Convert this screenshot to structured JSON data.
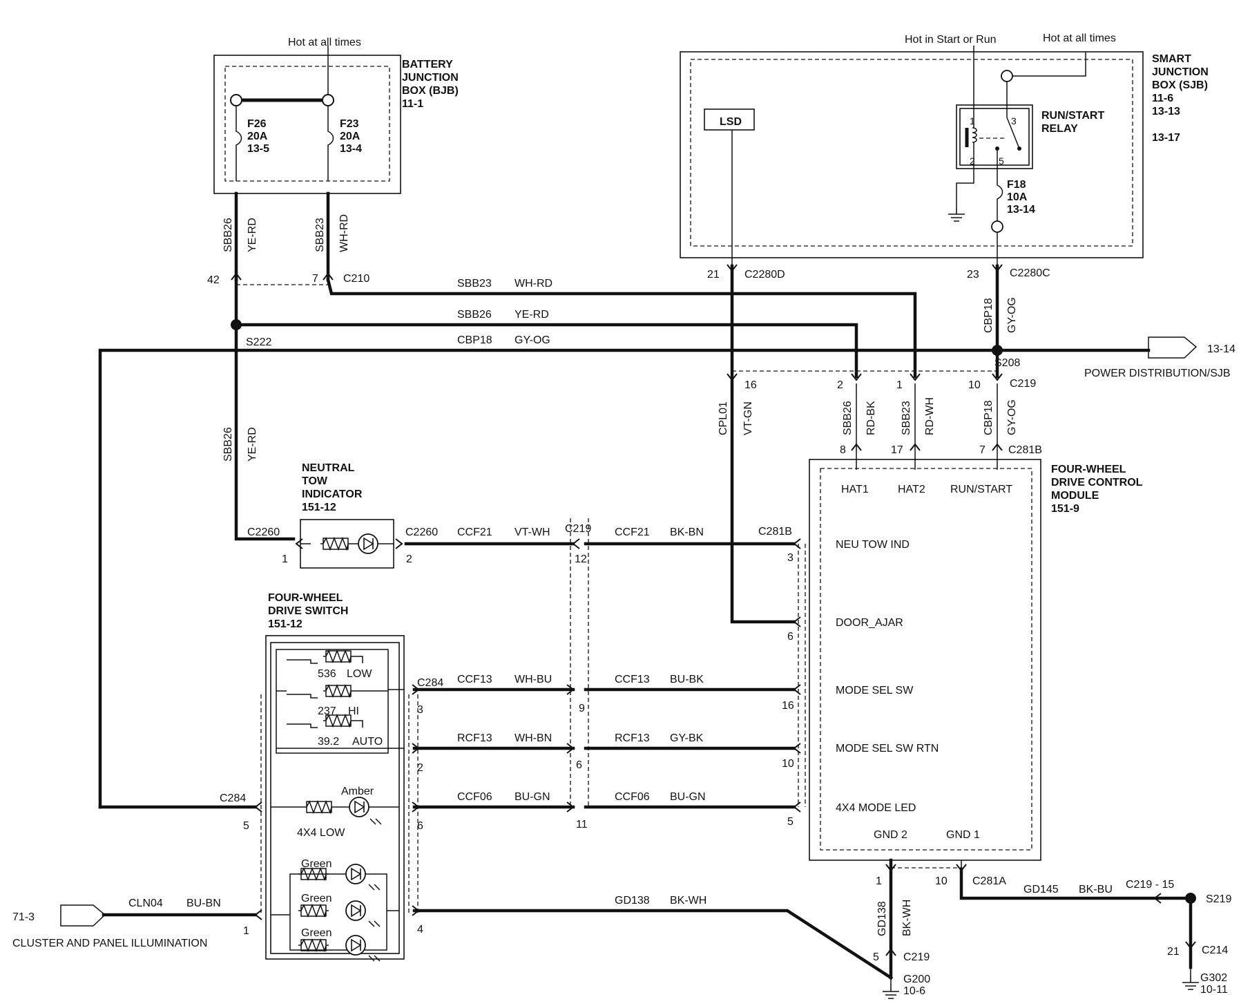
{
  "supply": {
    "bjb_hot": "Hot at all times",
    "sjb_hot_start_run": "Hot in Start or Run",
    "sjb_hot": "Hot at all times"
  },
  "bjb": {
    "title": [
      "BATTERY",
      "JUNCTION",
      "BOX (BJB)",
      "11-1"
    ],
    "f26": [
      "F26",
      "20A",
      "13-5"
    ],
    "f23": [
      "F23",
      "20A",
      "13-4"
    ]
  },
  "sjb": {
    "title": [
      "SMART",
      "JUNCTION",
      "BOX (SJB)",
      "11-6",
      "13-13",
      "13-17"
    ],
    "lsd": "LSD",
    "relay": [
      "RUN/START",
      "RELAY"
    ],
    "pins": [
      "1",
      "3",
      "2",
      "5"
    ],
    "f18": [
      "F18",
      "10A",
      "13-14"
    ]
  },
  "connectors": {
    "c210": "C210",
    "c210_pin_a": "42",
    "c210_pin_b": "7",
    "c2280d": "C2280D",
    "c2280d_pin": "21",
    "c2280c": "C2280C",
    "c2280c_pin": "23",
    "s222": "S222",
    "s208": "S208",
    "c219": "C219",
    "c219_pins": [
      "16",
      "2",
      "1",
      "10"
    ],
    "c281b": "C281B",
    "c281b_pins": [
      "8",
      "17",
      "7"
    ],
    "c2260": "C2260",
    "c2260_pin_a": "1",
    "c2260_pin_b": "2",
    "c219_mid": "C219",
    "c219_mid_pins": [
      "12",
      "9",
      "6",
      "11"
    ],
    "c281b_left": "C281B",
    "c281b_left_pins": [
      "3",
      "6",
      "16",
      "10",
      "5"
    ],
    "c284_right": "C284",
    "c284_right_pins": [
      "3",
      "2",
      "6",
      "4"
    ],
    "c284_left": "C284",
    "c284_left_pins": [
      "5",
      "1"
    ],
    "gnd_pins": [
      "1",
      "10"
    ],
    "c281a": "C281A",
    "c219_gnd": "C219",
    "c219_gnd_pin": "5",
    "g200": [
      "G200",
      "10-6"
    ],
    "c219_s219": "C219  -  15",
    "s219": "S219",
    "c214": "C214",
    "c214_pin": "21",
    "g302": [
      "G302",
      "10-11"
    ]
  },
  "wires": {
    "sbb26_a": [
      "SBB26",
      "YE-RD"
    ],
    "sbb23_a": [
      "SBB23",
      "WH-RD"
    ],
    "h_sbb23": [
      "SBB23",
      "WH-RD"
    ],
    "h_sbb26": [
      "SBB26",
      "YE-RD"
    ],
    "h_cbp18": [
      "CBP18",
      "GY-OG"
    ],
    "v_cbp18_top": [
      "CBP18",
      "GY-OG"
    ],
    "v_cpl01": [
      "CPL01",
      "VT-GN"
    ],
    "v_sbb26_b": [
      "SBB26",
      "RD-BK"
    ],
    "v_sbb23_b": [
      "SBB23",
      "RD-WH"
    ],
    "v_cbp18_b": [
      "CBP18",
      "GY-OG"
    ],
    "v_sbb26_left": [
      "SBB26",
      "YE-RD"
    ],
    "ccf21_a": [
      "CCF21",
      "VT-WH"
    ],
    "ccf21_b": [
      "CCF21",
      "BK-BN"
    ],
    "ccf13_a": [
      "CCF13",
      "WH-BU"
    ],
    "ccf13_b": [
      "CCF13",
      "BU-BK"
    ],
    "rcf13_a": [
      "RCF13",
      "WH-BN"
    ],
    "rcf13_b": [
      "RCF13",
      "GY-BK"
    ],
    "ccf06_a": [
      "CCF06",
      "BU-GN"
    ],
    "ccf06_b": [
      "CCF06",
      "BU-GN"
    ],
    "cln04": [
      "CLN04",
      "BU-BN"
    ],
    "gd138": [
      "GD138",
      "BK-WH"
    ],
    "v_gd138": [
      "GD138",
      "BK-WH"
    ],
    "gd145": [
      "GD145",
      "BK-BU"
    ]
  },
  "power_dist": {
    "ref": "13-14",
    "label": "POWER DISTRIBUTION/SJB"
  },
  "cluster": {
    "ref": "71-3",
    "label": "CLUSTER AND PANEL ILLUMINATION"
  },
  "neutral_tow": {
    "title": [
      "NEUTRAL",
      "TOW",
      "INDICATOR",
      "151-12"
    ]
  },
  "switch": {
    "title": [
      "FOUR-WHEEL",
      "DRIVE  SWITCH",
      "151-12"
    ],
    "r_low": [
      "536",
      "LOW"
    ],
    "r_hi": [
      "237",
      "HI"
    ],
    "r_auto": [
      "39.2",
      "AUTO"
    ],
    "amber": "Amber",
    "low_4x4": "4X4 LOW",
    "green": [
      "Green",
      "Green",
      "Green"
    ]
  },
  "module": {
    "title": [
      "FOUR-WHEEL",
      "DRIVE CONTROL",
      "MODULE",
      "151-9"
    ],
    "hat1": "HAT1",
    "hat2": "HAT2",
    "run_start": "RUN/START",
    "neu_tow_ind": "NEU TOW IND",
    "door_ajar": "DOOR_AJAR",
    "mode_sel_sw": "MODE SEL SW",
    "mode_sel_sw_rtn": "MODE SEL SW RTN",
    "mode_led": "4X4 MODE LED",
    "gnd2": "GND 2",
    "gnd1": "GND 1"
  }
}
